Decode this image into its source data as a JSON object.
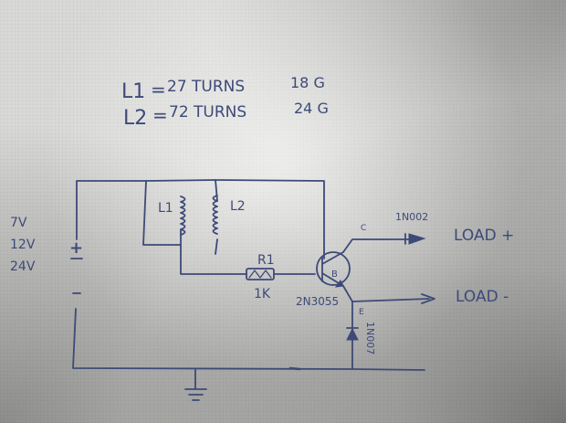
{
  "specs": {
    "l1": {
      "label": "L1",
      "eq": "=",
      "turns": "27 TURNS",
      "wire": "18 G"
    },
    "l2": {
      "label": "L2",
      "eq": "=",
      "turns": "72 TURNS",
      "wire": "24 G"
    }
  },
  "supply": {
    "v1": "7V",
    "v2": "12V",
    "v3": "24V",
    "plus": "+"
  },
  "components": {
    "l1": "L1",
    "l2": "L2",
    "r1": "R1",
    "r1_value": "1K",
    "transistor": "2N3055",
    "collector": "C",
    "base": "B",
    "emitter": "E",
    "diode_top": "1N002",
    "diode_bottom": "1N007"
  },
  "outputs": {
    "load_plus": "LOAD +",
    "load_minus": "LOAD -"
  },
  "colors": {
    "ink": "#3d4a78",
    "paper": "#d9d9d7"
  }
}
